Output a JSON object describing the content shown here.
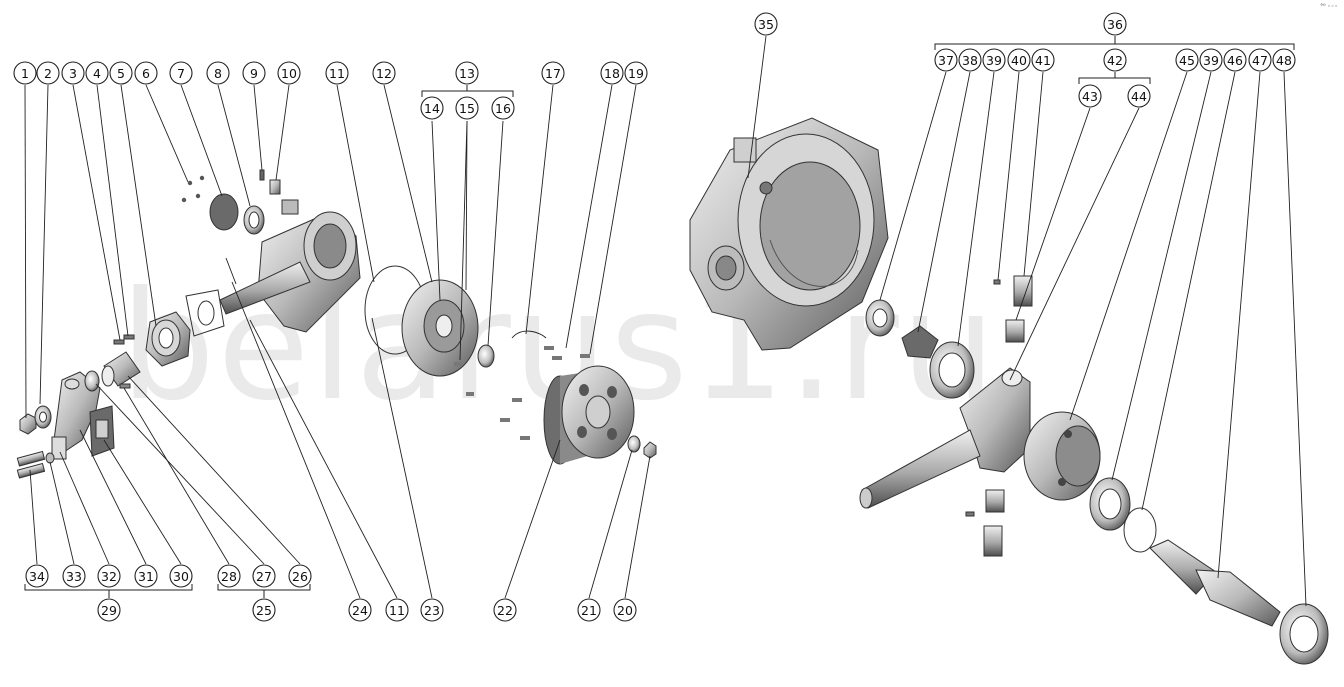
{
  "watermark": "belarus1.ru",
  "corner_mark": "°⁰ ◦◦◦",
  "callouts_top": [
    "1",
    "2",
    "3",
    "4",
    "5",
    "6",
    "7",
    "8",
    "9",
    "10",
    "11",
    "12",
    "13",
    "14",
    "15",
    "16",
    "17",
    "18",
    "19",
    "35",
    "36",
    "37",
    "38",
    "39",
    "40",
    "41",
    "42",
    "43",
    "44",
    "45",
    "39",
    "46",
    "47",
    "48"
  ],
  "callouts_bottom": [
    "34",
    "33",
    "32",
    "31",
    "30",
    "29",
    "28",
    "27",
    "26",
    "25",
    "24",
    "11",
    "23",
    "22",
    "21",
    "20"
  ],
  "group_labels": {
    "g13": "13",
    "g29": "29",
    "g25": "25",
    "g36": "36",
    "g42": "42"
  },
  "colors": {
    "metal_light": "#e6e6e6",
    "metal_mid": "#a8a8a8",
    "metal_dark": "#555555",
    "line": "#222222"
  }
}
